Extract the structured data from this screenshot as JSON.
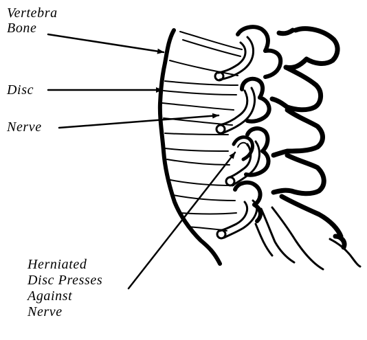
{
  "labels": {
    "vertebra_line1": "Vertebra",
    "vertebra_line2": "Bone",
    "disc": "Disc",
    "nerve": "Nerve",
    "herniated_line1": "Herniated",
    "herniated_line2": "Disc Presses",
    "herniated_line3": "Against",
    "herniated_line4": "Nerve"
  },
  "colors": {
    "ink": "#000000",
    "background": "#ffffff"
  }
}
